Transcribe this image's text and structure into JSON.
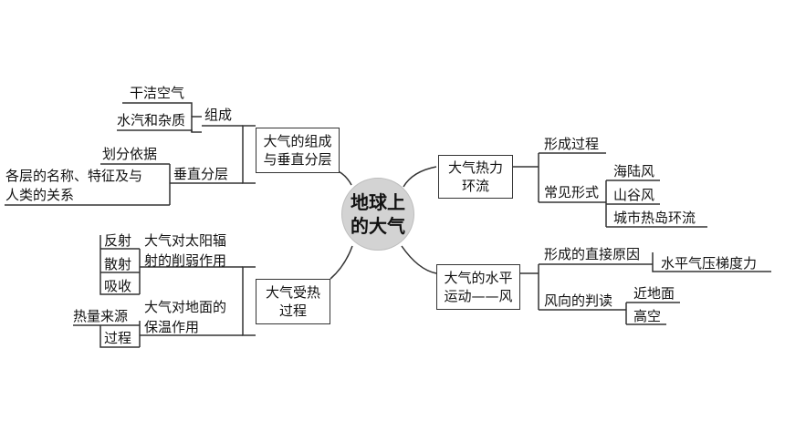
{
  "center": {
    "line1": "地球上",
    "line2": "的大气"
  },
  "branch1": {
    "title_line1": "大气的组成",
    "title_line2": "与垂直分层",
    "composition": {
      "label": "组成",
      "items": [
        "干洁空气",
        "水汽和杂质"
      ]
    },
    "layers": {
      "label": "垂直分层",
      "basis": "划分依据",
      "desc_line1": "各层的名称、特征及与",
      "desc_line2": "人类的关系"
    }
  },
  "branch2": {
    "title_line1": "大气受热",
    "title_line2": "过程",
    "solar": {
      "line1": "大气对太阳辐",
      "line2": "射的削弱作用",
      "items": [
        "反射",
        "散射",
        "吸收"
      ]
    },
    "ground": {
      "line1": "大气对地面的",
      "line2": "保温作用",
      "items": [
        "热量来源",
        "过程"
      ]
    }
  },
  "branch3": {
    "title_line1": "大气热力",
    "title_line2": "环流",
    "process": "形成过程",
    "common": {
      "label": "常见形式",
      "items": [
        "海陆风",
        "山谷风",
        "城市热岛环流"
      ]
    }
  },
  "branch4": {
    "title_line1": "大气的水平",
    "title_line2": "运动——风",
    "cause": {
      "label": "形成的直接原因",
      "value": "水平气压梯度力"
    },
    "direction": {
      "label": "风向的判读",
      "items": [
        "近地面",
        "高空"
      ]
    }
  }
}
